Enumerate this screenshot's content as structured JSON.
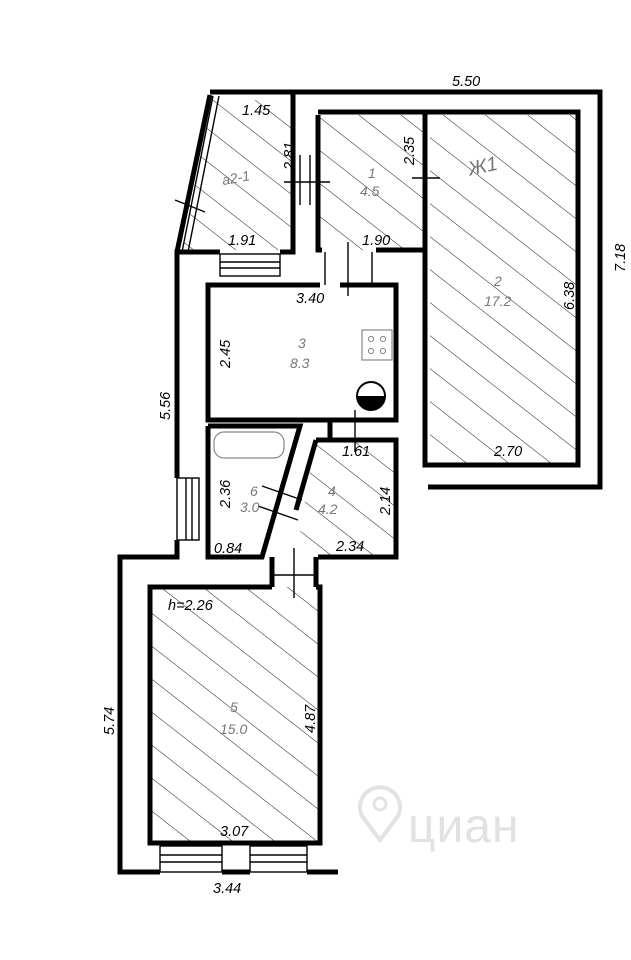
{
  "plan": {
    "overall": {
      "top_width": "5.50",
      "right_height": "7.18",
      "left_height_upper": "5.56",
      "left_height_lower": "5.74",
      "bottom_width": "3.44"
    },
    "ceiling_height": "h=2.26",
    "rooms": [
      {
        "id": "a2-1",
        "number": "a2-1",
        "area": "",
        "dims": [
          "1.45",
          "2.81",
          "1.91"
        ]
      },
      {
        "id": "1",
        "number": "1",
        "area": "4.5",
        "dims": [
          "2.35",
          "1.90"
        ]
      },
      {
        "id": "2",
        "number": "2",
        "area": "17.2",
        "dims": [
          "6.38",
          "2.70"
        ],
        "tag": "Ж1"
      },
      {
        "id": "3",
        "number": "3",
        "area": "8.3",
        "dims": [
          "3.40",
          "2.45"
        ]
      },
      {
        "id": "4",
        "number": "4",
        "area": "4.2",
        "dims": [
          "1.61",
          "2.14",
          "2.34"
        ]
      },
      {
        "id": "5",
        "number": "5",
        "area": "15.0",
        "dims": [
          "4.87",
          "3.07"
        ]
      },
      {
        "id": "6",
        "number": "6",
        "area": "3.0",
        "dims": [
          "2.36",
          "0.84"
        ]
      }
    ]
  },
  "watermark": {
    "text": "циан",
    "icon": "location-pin-icon"
  }
}
